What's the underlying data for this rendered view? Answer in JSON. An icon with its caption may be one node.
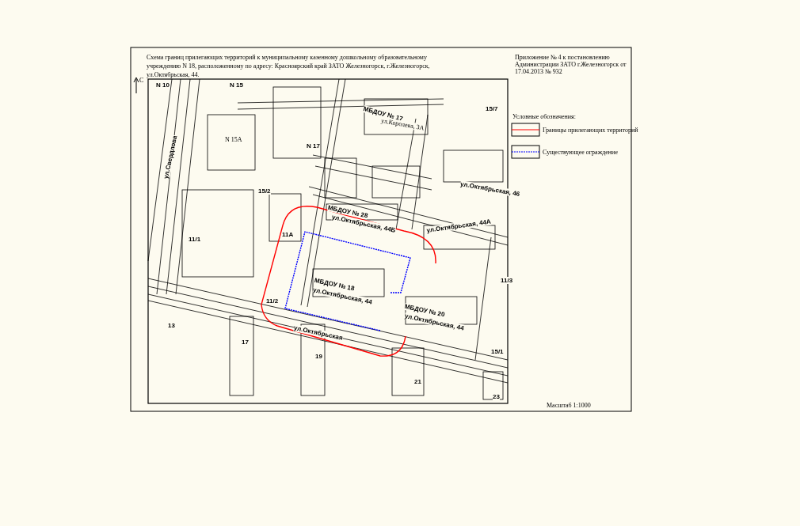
{
  "diagram": {
    "title": "Схема границ прилегающих территорий к муниципальному казенному дошкольному образовательному учреждению N 18, расположенному по адресу: Красноярский край ЗАТО Железногорск, г.Железногорск, ул.Октябрьская, 44.",
    "labels": [
      "Приложение № 4 к постановлению Администрации ЗАТО г.Железногорск от 17.04.2013 № 932",
      "С",
      "N 10",
      "N 15",
      "N 15А",
      "N 17",
      "МБДОУ № 17",
      "ул.Королева, 3А",
      "15/7",
      "ул.Свердлова",
      "ул.Октябрьская, 46",
      "15/2",
      "МБДОУ № 28",
      "ул.Октябрьская, 44Б",
      "ул.Октябрьская, 44А",
      "11/1",
      "11А",
      "МБДОУ № 18",
      "ул.Октябрьская, 44",
      "11/2",
      "МБДОУ № 20",
      "ул.Октябрьская, 44",
      "ул.Октябрьская",
      "11/3",
      "13",
      "17",
      "19",
      "15/1",
      "21",
      "23",
      "Масштаб 1:1000",
      "Условные обозначения:"
    ],
    "legend": [
      {
        "text": "Границы прилегающих территорий"
      },
      {
        "text": "Существующее ограждение"
      }
    ]
  }
}
